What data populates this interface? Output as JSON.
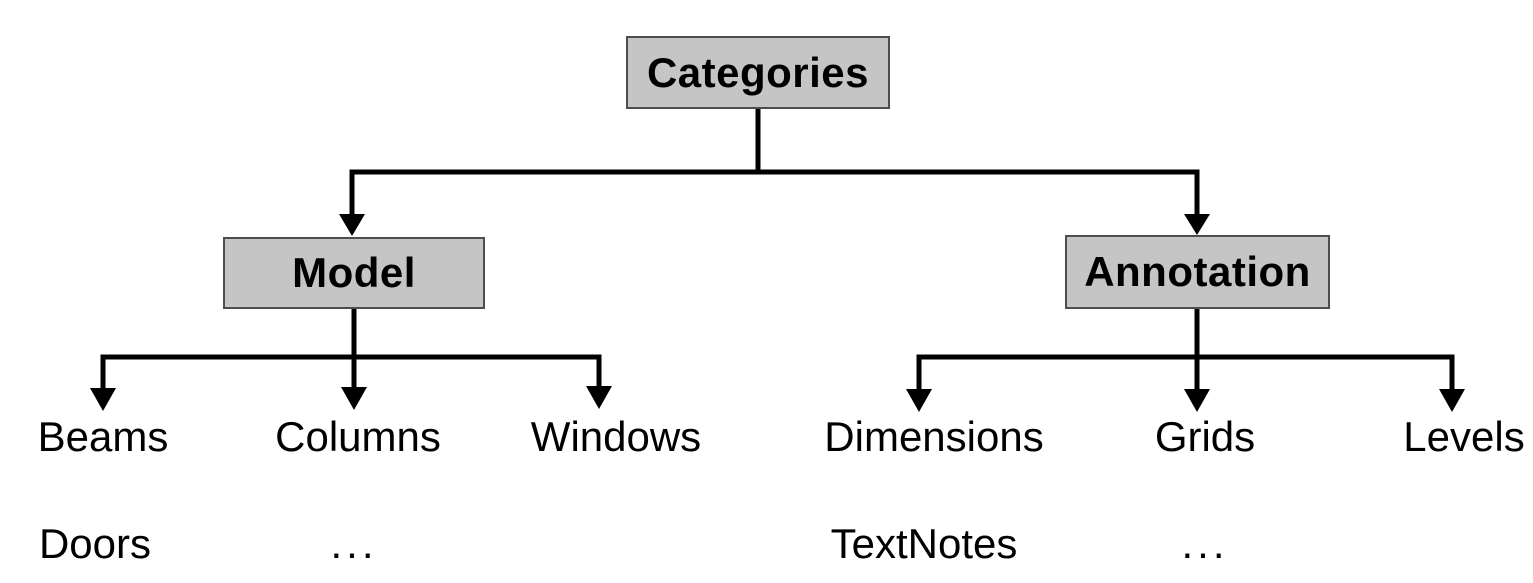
{
  "diagram": {
    "root": {
      "label": "Categories"
    },
    "branches": [
      {
        "label": "Model",
        "children": [
          {
            "label": "Beams"
          },
          {
            "label": "Columns"
          },
          {
            "label": "Windows"
          }
        ],
        "more": [
          {
            "label": "Doors"
          },
          {
            "label": "..."
          }
        ]
      },
      {
        "label": "Annotation",
        "children": [
          {
            "label": "Dimensions"
          },
          {
            "label": "Grids"
          },
          {
            "label": "Levels"
          }
        ],
        "more": [
          {
            "label": "TextNotes"
          },
          {
            "label": "..."
          }
        ]
      }
    ],
    "colors": {
      "background": "#ffffff",
      "box_fill": "#c5c5c5",
      "box_border": "#4d4d4d",
      "line": "#000000",
      "text": "#000000"
    }
  }
}
